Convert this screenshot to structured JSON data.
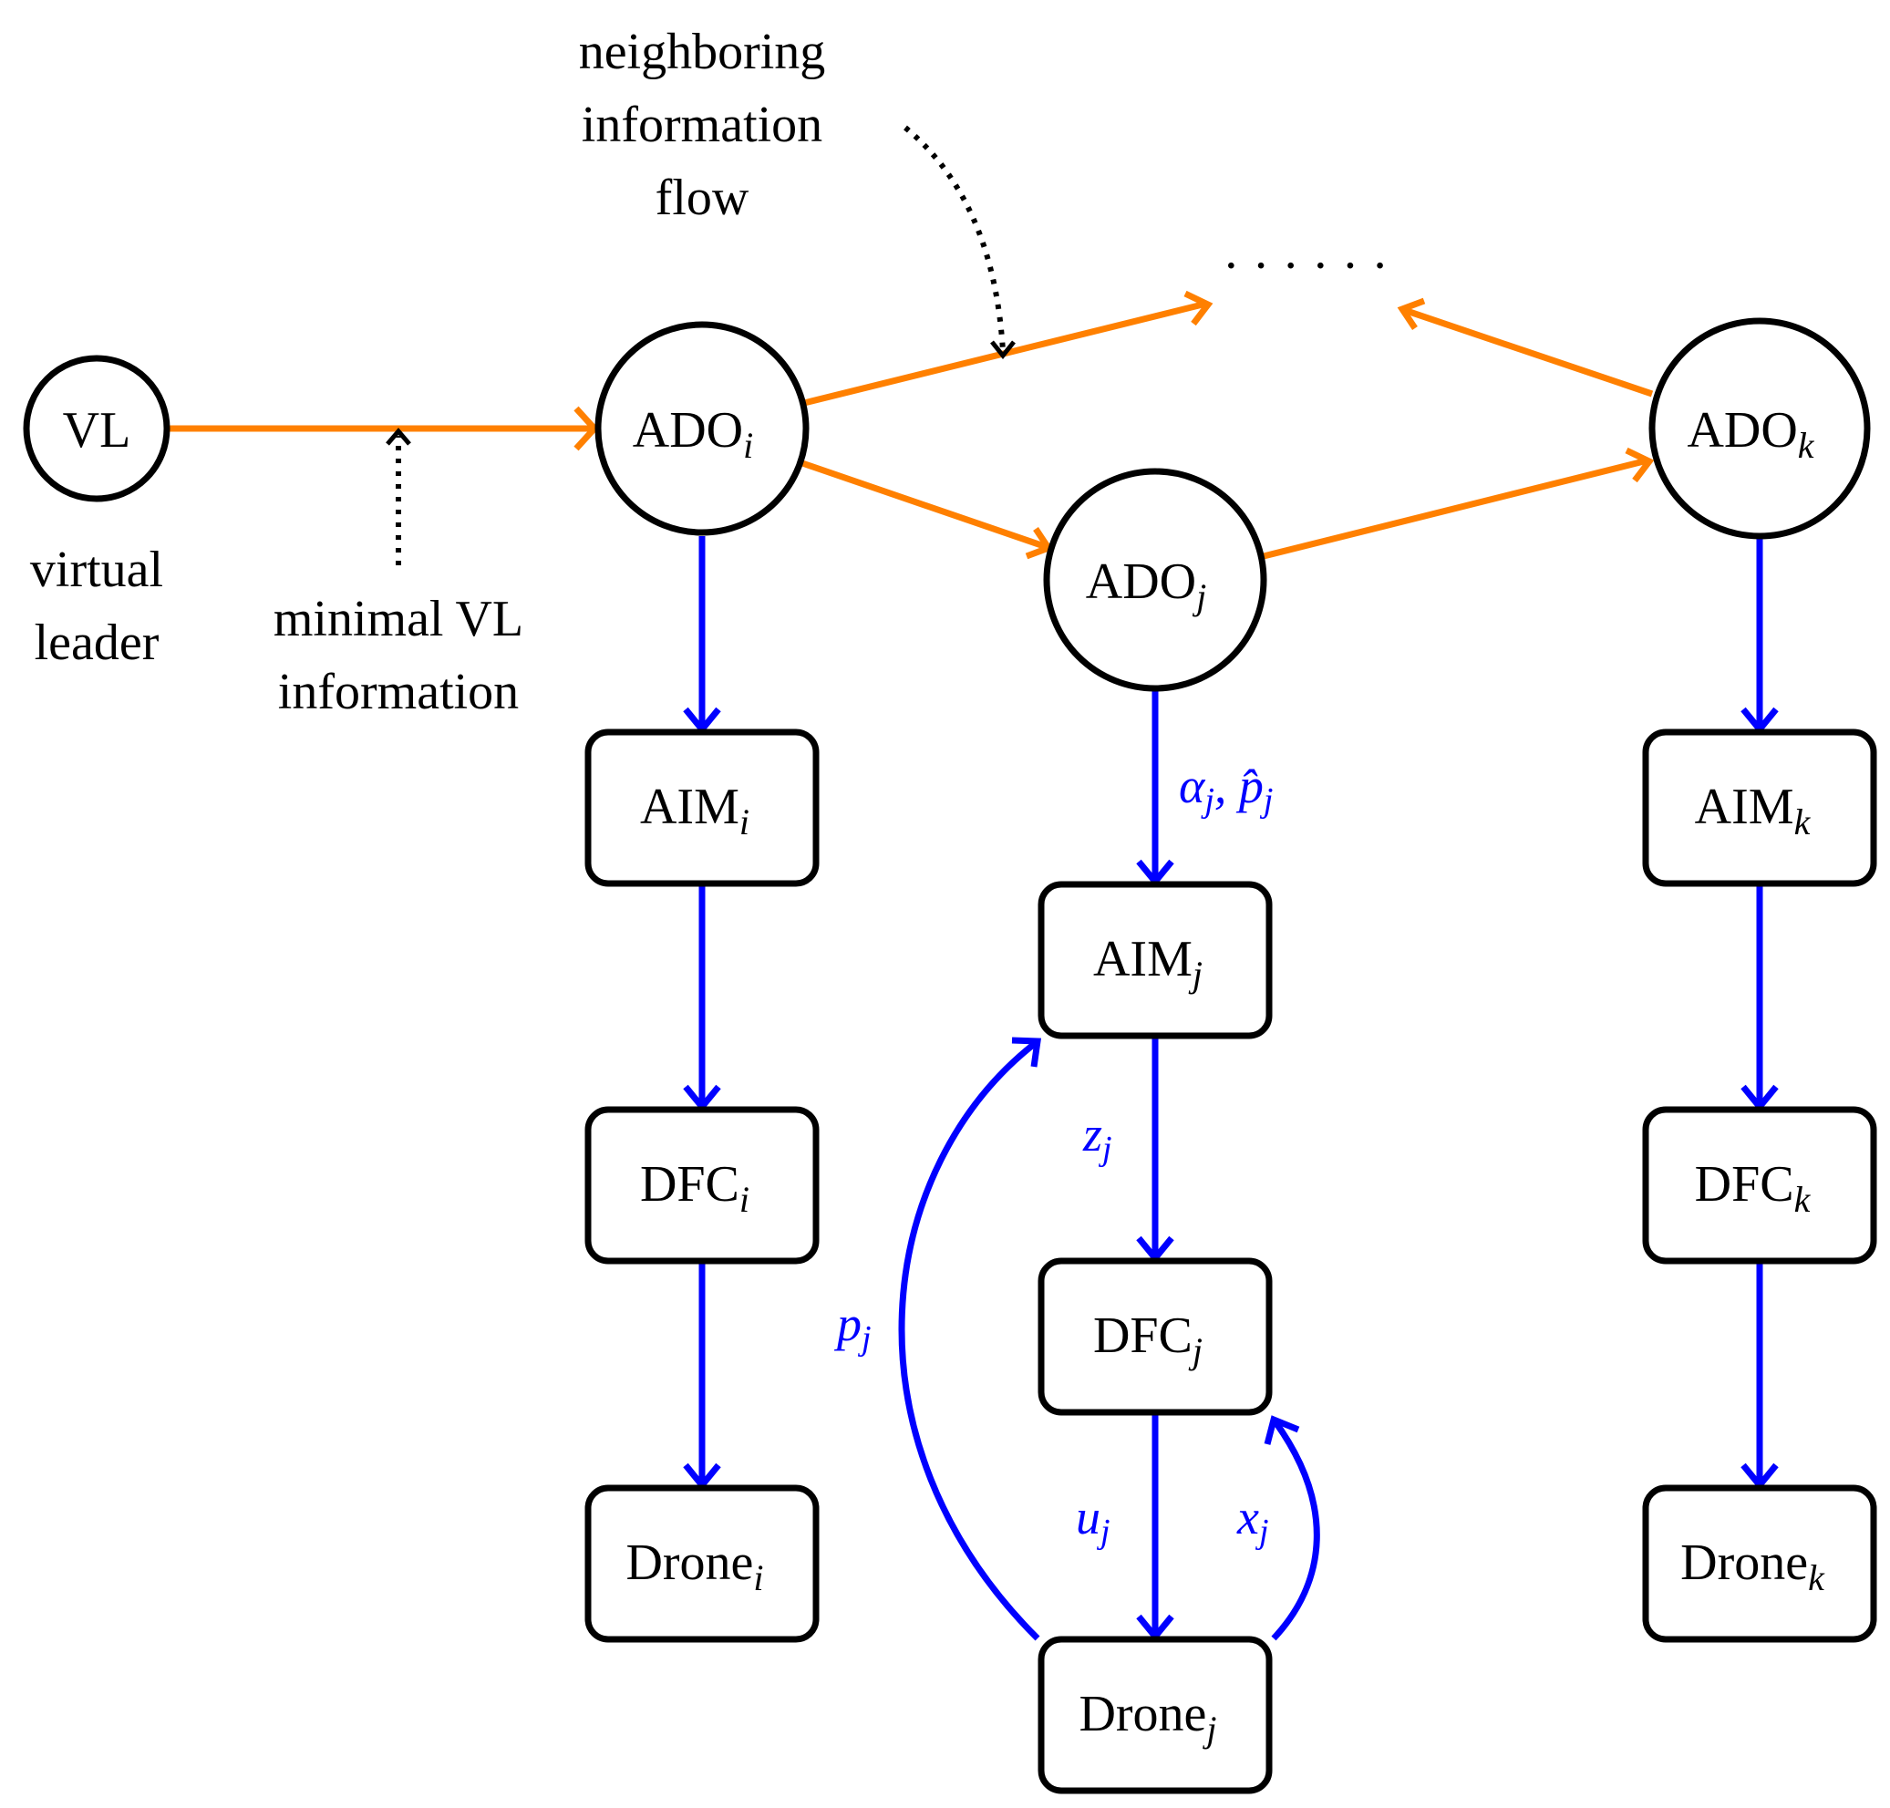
{
  "nodes": {
    "vl": {
      "label": "VL"
    },
    "ado_i": {
      "label": "ADO",
      "sub": "i"
    },
    "ado_j": {
      "label": "ADO",
      "sub": "j"
    },
    "ado_k": {
      "label": "ADO",
      "sub": "k"
    },
    "aim_i": {
      "label": "AIM",
      "sub": "i"
    },
    "aim_j": {
      "label": "AIM",
      "sub": "j"
    },
    "aim_k": {
      "label": "AIM",
      "sub": "k"
    },
    "dfc_i": {
      "label": "DFC",
      "sub": "i"
    },
    "dfc_j": {
      "label": "DFC",
      "sub": "j"
    },
    "dfc_k": {
      "label": "DFC",
      "sub": "k"
    },
    "drone_i": {
      "label": "Drone",
      "sub": "i"
    },
    "drone_j": {
      "label": "Drone",
      "sub": "j"
    },
    "drone_k": {
      "label": "Drone",
      "sub": "k"
    }
  },
  "annotations": {
    "virtual_leader": [
      "virtual",
      "leader"
    ],
    "minimal_vl": [
      "minimal VL",
      "information"
    ],
    "neighboring": [
      "neighboring",
      "information",
      "flow"
    ],
    "ellipsis": "· · · · · ·"
  },
  "edge_labels": {
    "alpha_p": {
      "a": "α",
      "a_sub": "j",
      "sep": ", ",
      "p": "p̂",
      "p_sub": "j"
    },
    "z": {
      "sym": "z",
      "sub": "j"
    },
    "u": {
      "sym": "u",
      "sub": "j"
    },
    "x": {
      "sym": "x",
      "sub": "j"
    },
    "p": {
      "sym": "p",
      "sub": "j"
    }
  },
  "colors": {
    "neighbor_edges": "#ff8000",
    "control_edges": "#0000ff",
    "node_border": "#000000"
  }
}
